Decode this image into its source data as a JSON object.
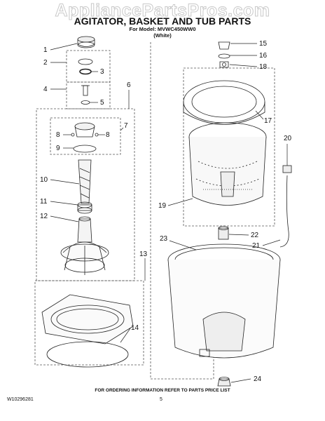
{
  "watermark": "AppliancePartsPros.com",
  "title": "AGITATOR, BASKET AND TUB PARTS",
  "model_line": "For Model: MVWC450WW0",
  "color_line": "(White)",
  "callouts": [
    "1",
    "2",
    "3",
    "4",
    "5",
    "6",
    "7",
    "8",
    "8",
    "9",
    "10",
    "11",
    "12",
    "13",
    "14",
    "15",
    "16",
    "17",
    "18",
    "19",
    "20",
    "21",
    "22",
    "23",
    "24"
  ],
  "footer": {
    "ordering_note": "FOR ORDERING INFORMATION REFER TO PARTS PRICE LIST",
    "doc_number": "W10296281",
    "page_number": "5"
  }
}
